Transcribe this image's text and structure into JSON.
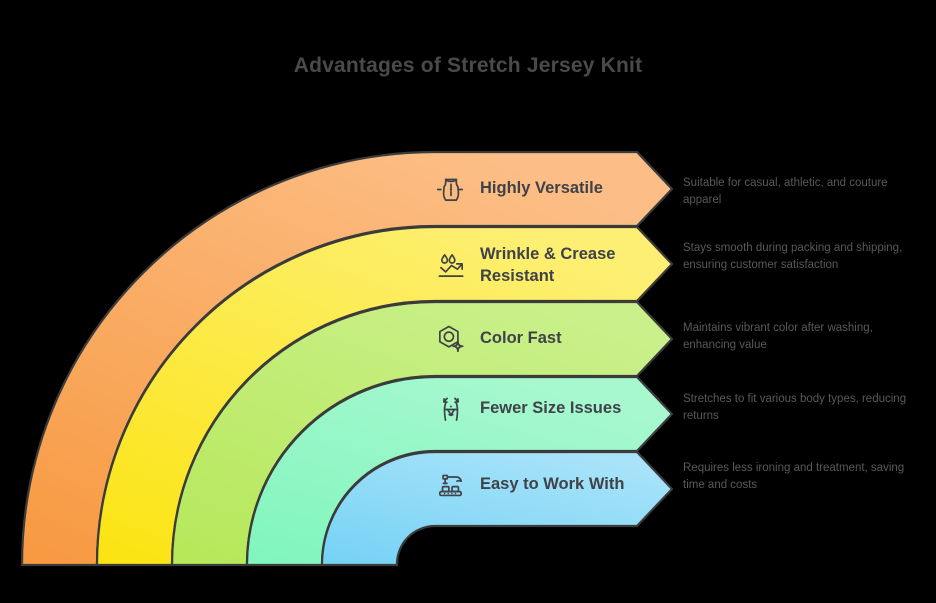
{
  "title": "Advantages of Stretch Jersey Knit",
  "colors": {
    "background": "#000000",
    "title_color": "#4a4a4a",
    "label_color": "#3f4249",
    "desc_color": "#59595c",
    "stroke": "#3b3b3b",
    "band1_light": "#fcbe86",
    "band1_dark": "#f79a42",
    "band2_light": "#fdef73",
    "band2_dark": "#fbe413",
    "band3_light": "#c6ee7f",
    "band3_dark": "#b6e85a",
    "band4_light": "#a8f8cf",
    "band4_dark": "#81f5be",
    "band5_light": "#a3e0f8",
    "band5_dark": "#76d2f5"
  },
  "items": [
    {
      "label": "Highly Versatile",
      "description": "Suitable for casual, athletic, and couture apparel",
      "icon": "garment-tshirt-icon",
      "color": "#f79a42"
    },
    {
      "label": "Wrinkle & Crease Resistant",
      "description": "Stays smooth during packing and shipping, ensuring customer satisfaction",
      "icon": "water-repellent-icon",
      "color": "#fbe413"
    },
    {
      "label": "Color Fast",
      "description": "Maintains vibrant color after washing, enhancing value",
      "icon": "hexagon-sparkle-icon",
      "color": "#b6e85a"
    },
    {
      "label": "Fewer Size Issues",
      "description": "Stretches to fit various body types, reducing returns",
      "icon": "body-measure-icon",
      "color": "#81f5be"
    },
    {
      "label": "Easy to Work With",
      "description": "Requires less ironing and treatment, saving time and costs",
      "icon": "sewing-machine-icon",
      "color": "#76d2f5"
    }
  ]
}
